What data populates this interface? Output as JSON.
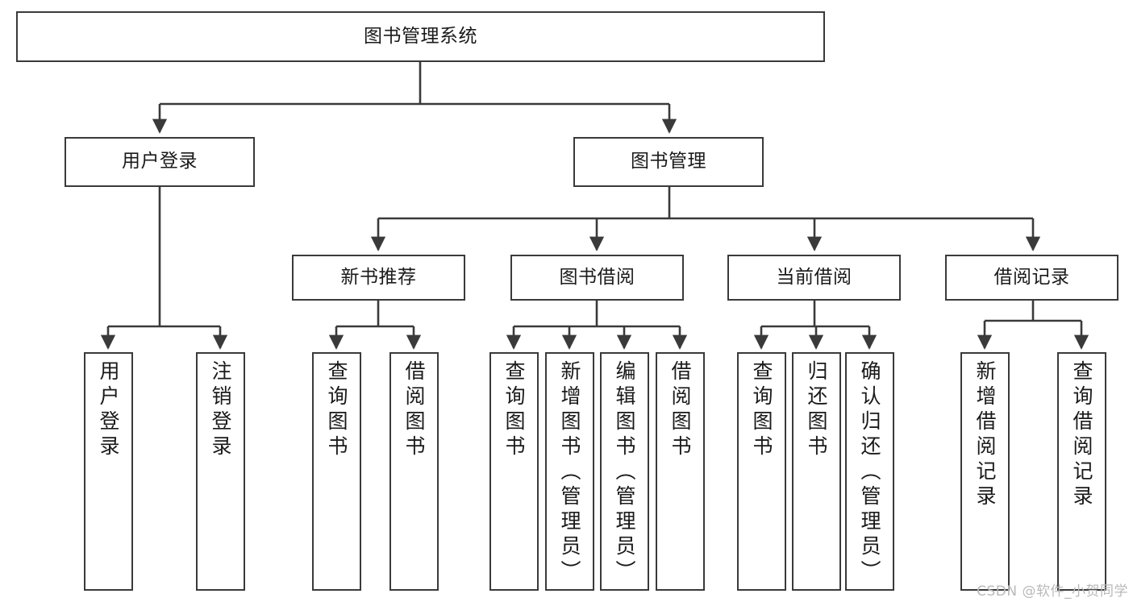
{
  "diagram": {
    "title": "图书管理系统",
    "type": "tree-hierarchy",
    "watermark": "CSDN @软件_小贺同学",
    "line_color": "#3a3a3a",
    "box_fill": "#ffffff",
    "text_color": "#1a1a1a",
    "root": {
      "label": "图书管理系统"
    },
    "level2": [
      {
        "label": "用户登录"
      },
      {
        "label": "图书管理"
      }
    ],
    "level3": [
      {
        "label": "新书推荐"
      },
      {
        "label": "图书借阅"
      },
      {
        "label": "当前借阅"
      },
      {
        "label": "借阅记录"
      }
    ],
    "leaves": {
      "user_login": [
        {
          "label": "用户登录"
        },
        {
          "label": "注销登录"
        }
      ],
      "new_book_recommend": [
        {
          "label": "查询图书"
        },
        {
          "label": "借阅图书"
        }
      ],
      "book_borrow": [
        {
          "label": "查询图书"
        },
        {
          "label": "新增图书（管理员）"
        },
        {
          "label": "编辑图书（管理员）"
        },
        {
          "label": "借阅图书"
        }
      ],
      "current_borrow": [
        {
          "label": "查询图书"
        },
        {
          "label": "归还图书"
        },
        {
          "label": "确认归还（管理员）"
        }
      ],
      "borrow_record": [
        {
          "label": "新增借阅记录"
        },
        {
          "label": "查询借阅记录"
        }
      ]
    }
  }
}
